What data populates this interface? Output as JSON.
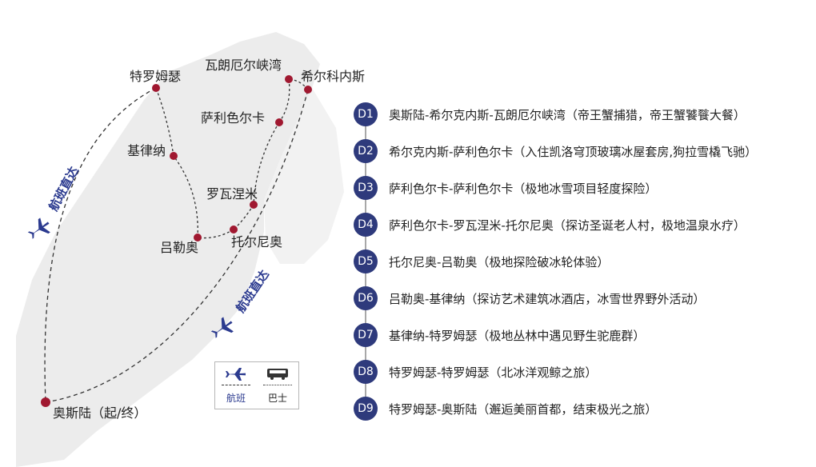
{
  "map": {
    "cities": {
      "tromso": "特罗姆瑟",
      "varanger": "瓦朗厄尔峡湾",
      "kirkenes": "希尔科内斯",
      "saariselka": "萨利色尔卡",
      "kiruna": "基律纳",
      "rovaniemi": "罗瓦涅米",
      "lulea": "吕勒奥",
      "tornio": "托尔尼奥",
      "oslo": "奥斯陆（起/终）"
    },
    "flight_labels": {
      "west": "航班直达",
      "east": "航班直达"
    }
  },
  "legend": {
    "flight": "航班",
    "bus": "巴士"
  },
  "itinerary": [
    {
      "day": "D1",
      "text": "奥斯陆-希尔克内斯-瓦朗厄尔峡湾（帝王蟹捕猎，帝王蟹饕餮大餐）"
    },
    {
      "day": "D2",
      "text": "希尔克内斯-萨利色尔卡（入住凯洛穹顶玻璃冰屋套房,狗拉雪橇飞驰）"
    },
    {
      "day": "D3",
      "text": "萨利色尔卡-萨利色尔卡（极地冰雪项目轻度探险）"
    },
    {
      "day": "D4",
      "text": "萨利色尔卡-罗瓦涅米-托尔尼奥（探访圣诞老人村，极地温泉水疗）"
    },
    {
      "day": "D5",
      "text": "托尔尼奥-吕勒奥（极地探险破冰轮体验）"
    },
    {
      "day": "D6",
      "text": "吕勒奥-基律纳（探访艺术建筑冰酒店，冰雪世界野外活动）"
    },
    {
      "day": "D7",
      "text": "基律纳-特罗姆瑟（极地丛林中遇见野生驼鹿群）"
    },
    {
      "day": "D8",
      "text": "特罗姆瑟-特罗姆瑟（北冰洋观鲸之旅）"
    },
    {
      "day": "D9",
      "text": "特罗姆瑟-奥斯陆（邂逅美丽首都，结束极光之旅）"
    }
  ],
  "colors": {
    "badge": "#2e3a7c",
    "city_dot": "#a01830",
    "plane": "#2b3a8f",
    "land": "#ececec"
  }
}
